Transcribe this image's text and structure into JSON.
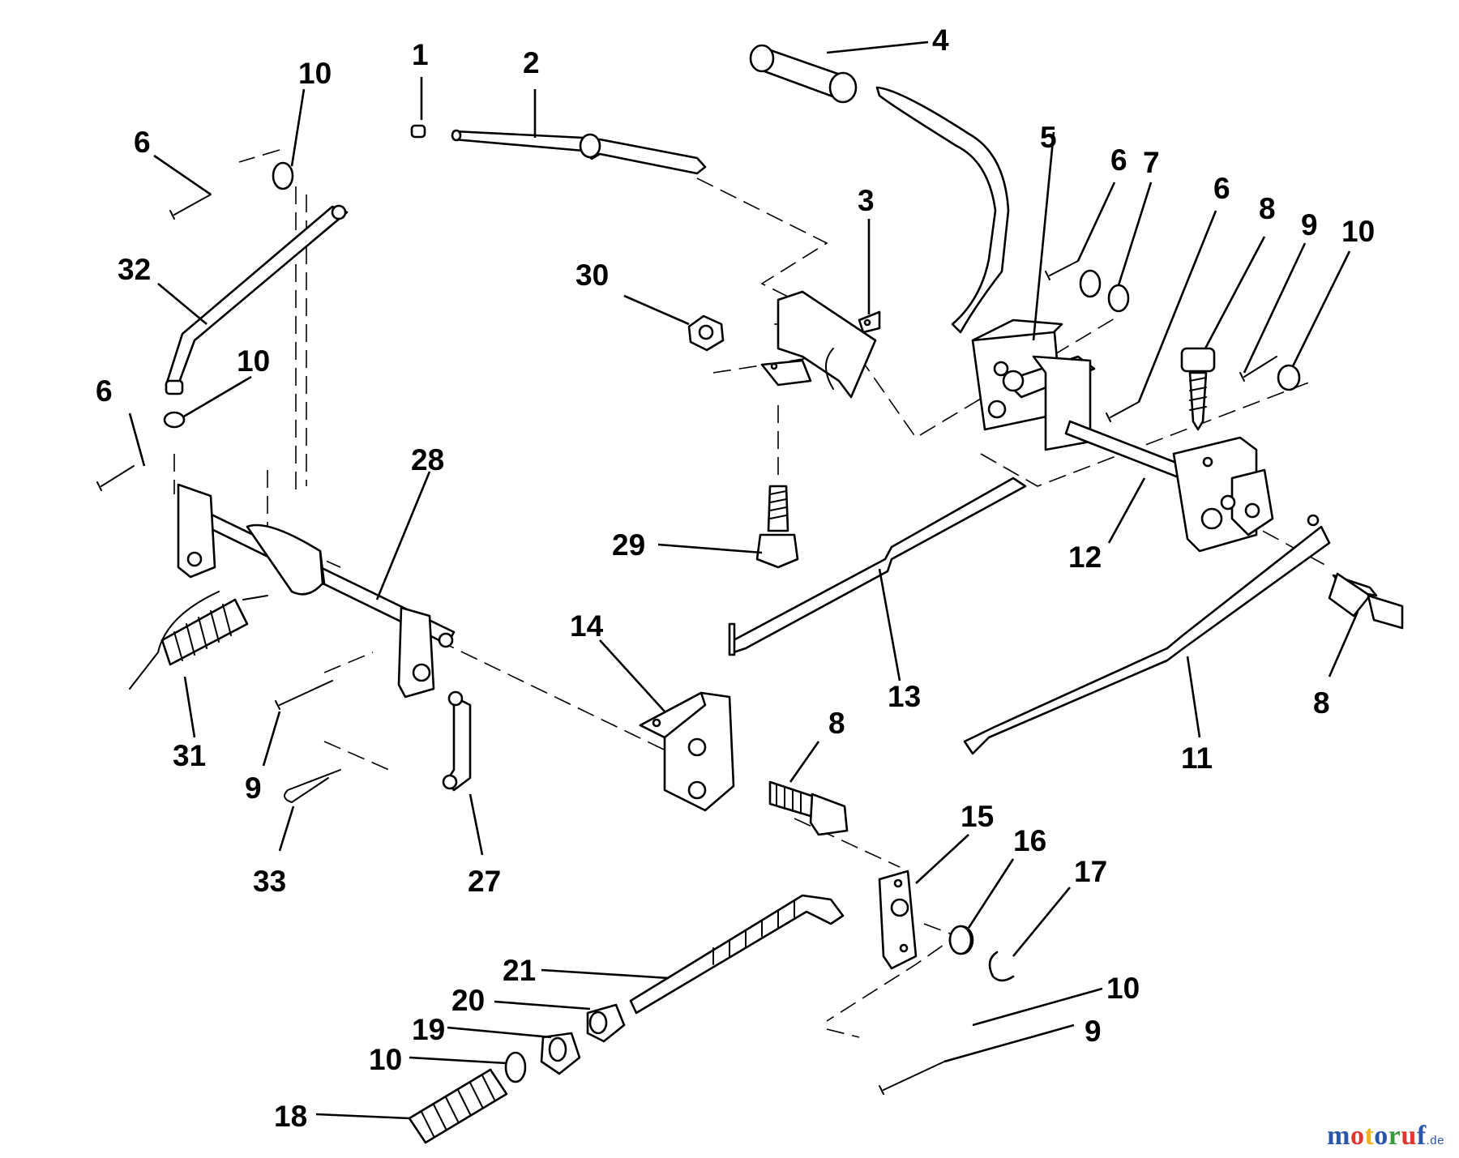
{
  "callouts": {
    "c1": "1",
    "c2": "2",
    "c3": "3",
    "c4": "4",
    "c5": "5",
    "c6a": "6",
    "c6b": "6",
    "c6c": "6",
    "c6d": "6",
    "c7": "7",
    "c8a": "8",
    "c8b": "8",
    "c8c": "8",
    "c9a": "9",
    "c9b": "9",
    "c9c": "9",
    "c10a": "10",
    "c10b": "10",
    "c10c": "10",
    "c10d": "10",
    "c10e": "10",
    "c11": "11",
    "c12": "12",
    "c13": "13",
    "c14": "14",
    "c15": "15",
    "c16": "16",
    "c17": "17",
    "c18": "18",
    "c19": "19",
    "c20": "20",
    "c21": "21",
    "c27": "27",
    "c28": "28",
    "c29": "29",
    "c30": "30",
    "c31": "31",
    "c32": "32",
    "c33": "33"
  },
  "watermark": {
    "letters": [
      "m",
      "o",
      "t",
      "o",
      "r",
      "u",
      "f"
    ],
    "suffix": ".de",
    "colors": [
      "#2a56a8",
      "#e3352b",
      "#f2b01e",
      "#2a56a8",
      "#3a9b3e",
      "#e3352b",
      "#2a56a8"
    ]
  }
}
